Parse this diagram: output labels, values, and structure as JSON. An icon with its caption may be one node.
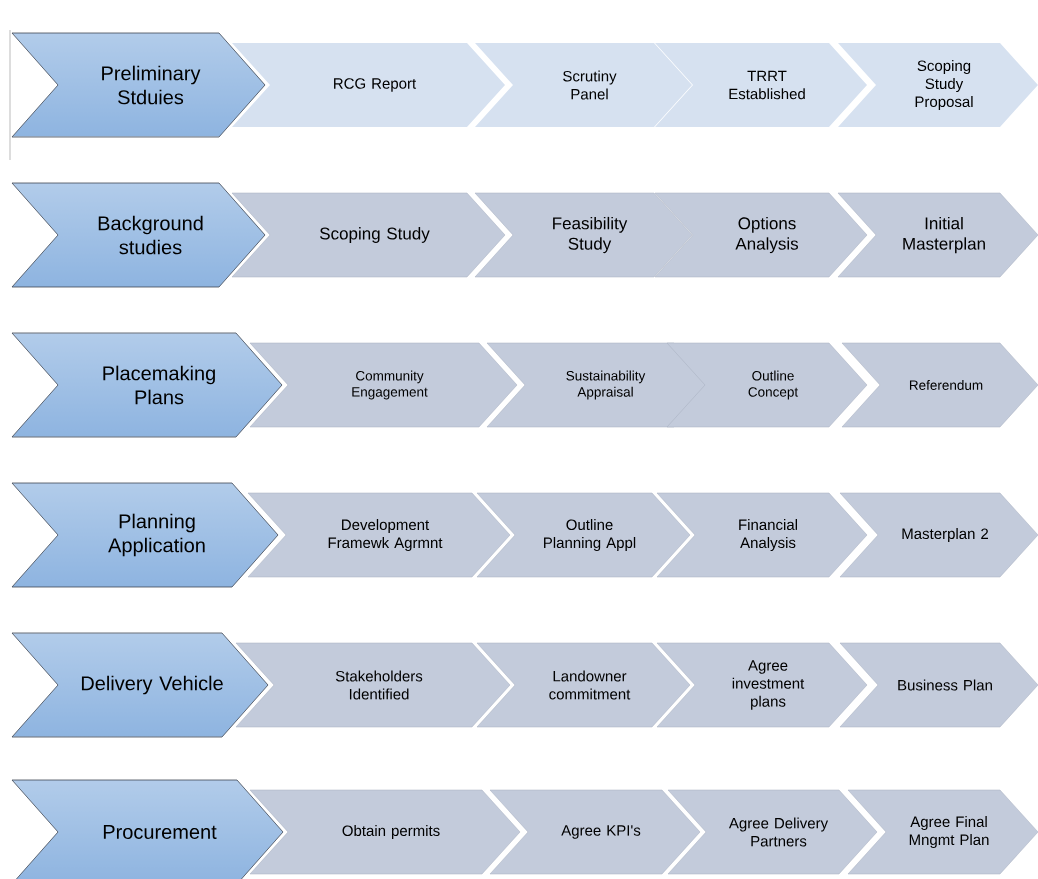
{
  "diagram": {
    "nodes": [
      {
        "text": [
          "Preliminary Stduies"
        ]
      },
      {
        "text": [
          "RCG Report"
        ]
      },
      {
        "text": [
          "Scrutiny Panel"
        ]
      },
      {
        "text": [
          "TRRT Established"
        ]
      },
      {
        "text": [
          "Scoping Study Proposal"
        ]
      },
      {
        "text": [
          "Background studies"
        ]
      },
      {
        "text": [
          "Scoping Study"
        ]
      },
      {
        "text": [
          "Feasibility Study"
        ]
      },
      {
        "text": [
          "Options Analysis"
        ]
      },
      {
        "text": [
          "Initial Masterplan"
        ]
      },
      {
        "text": [
          "Placemaking Plans"
        ]
      },
      {
        "text": [
          "Community Engagement"
        ]
      },
      {
        "text": [
          "Sustainability Appraisal"
        ]
      },
      {
        "text": [
          "Outline Concept"
        ]
      },
      {
        "text": [
          "Referendum"
        ]
      },
      {
        "text": [
          "Planning Application"
        ]
      },
      {
        "text": [
          "Development Framewk Agrmnt"
        ]
      },
      {
        "text": [
          "Outline Planning Appl"
        ]
      },
      {
        "text": [
          "Financial Analysis"
        ]
      },
      {
        "text": [
          "Masterplan 2"
        ]
      },
      {
        "text": [
          "Delivery Vehicle"
        ]
      },
      {
        "text": [
          "Stakeholders Identified"
        ]
      },
      {
        "text": [
          "Landowner commitment"
        ]
      },
      {
        "text": [
          "Agree investment plans"
        ]
      },
      {
        "text": [
          "Business Plan"
        ]
      },
      {
        "text": [
          "Procurement"
        ]
      },
      {
        "text": [
          "Obtain permits"
        ]
      },
      {
        "text": [
          "Agree KPI's"
        ]
      },
      {
        "text": [
          "Agree Delivery Partners"
        ]
      },
      {
        "text": [
          "Agree Final Mngmt Plan"
        ]
      }
    ]
  }
}
